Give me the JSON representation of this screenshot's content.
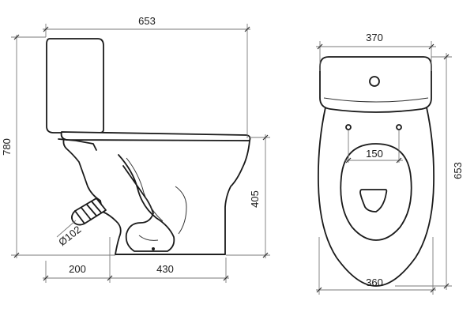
{
  "dimensions": {
    "side_width": "653",
    "side_height": "780",
    "seat_height": "405",
    "outlet_offset": "200",
    "floor_depth": "430",
    "outlet_diameter": "Ø102",
    "tank_width": "370",
    "top_length": "653",
    "hole_spacing": "150",
    "base_width": "360"
  }
}
